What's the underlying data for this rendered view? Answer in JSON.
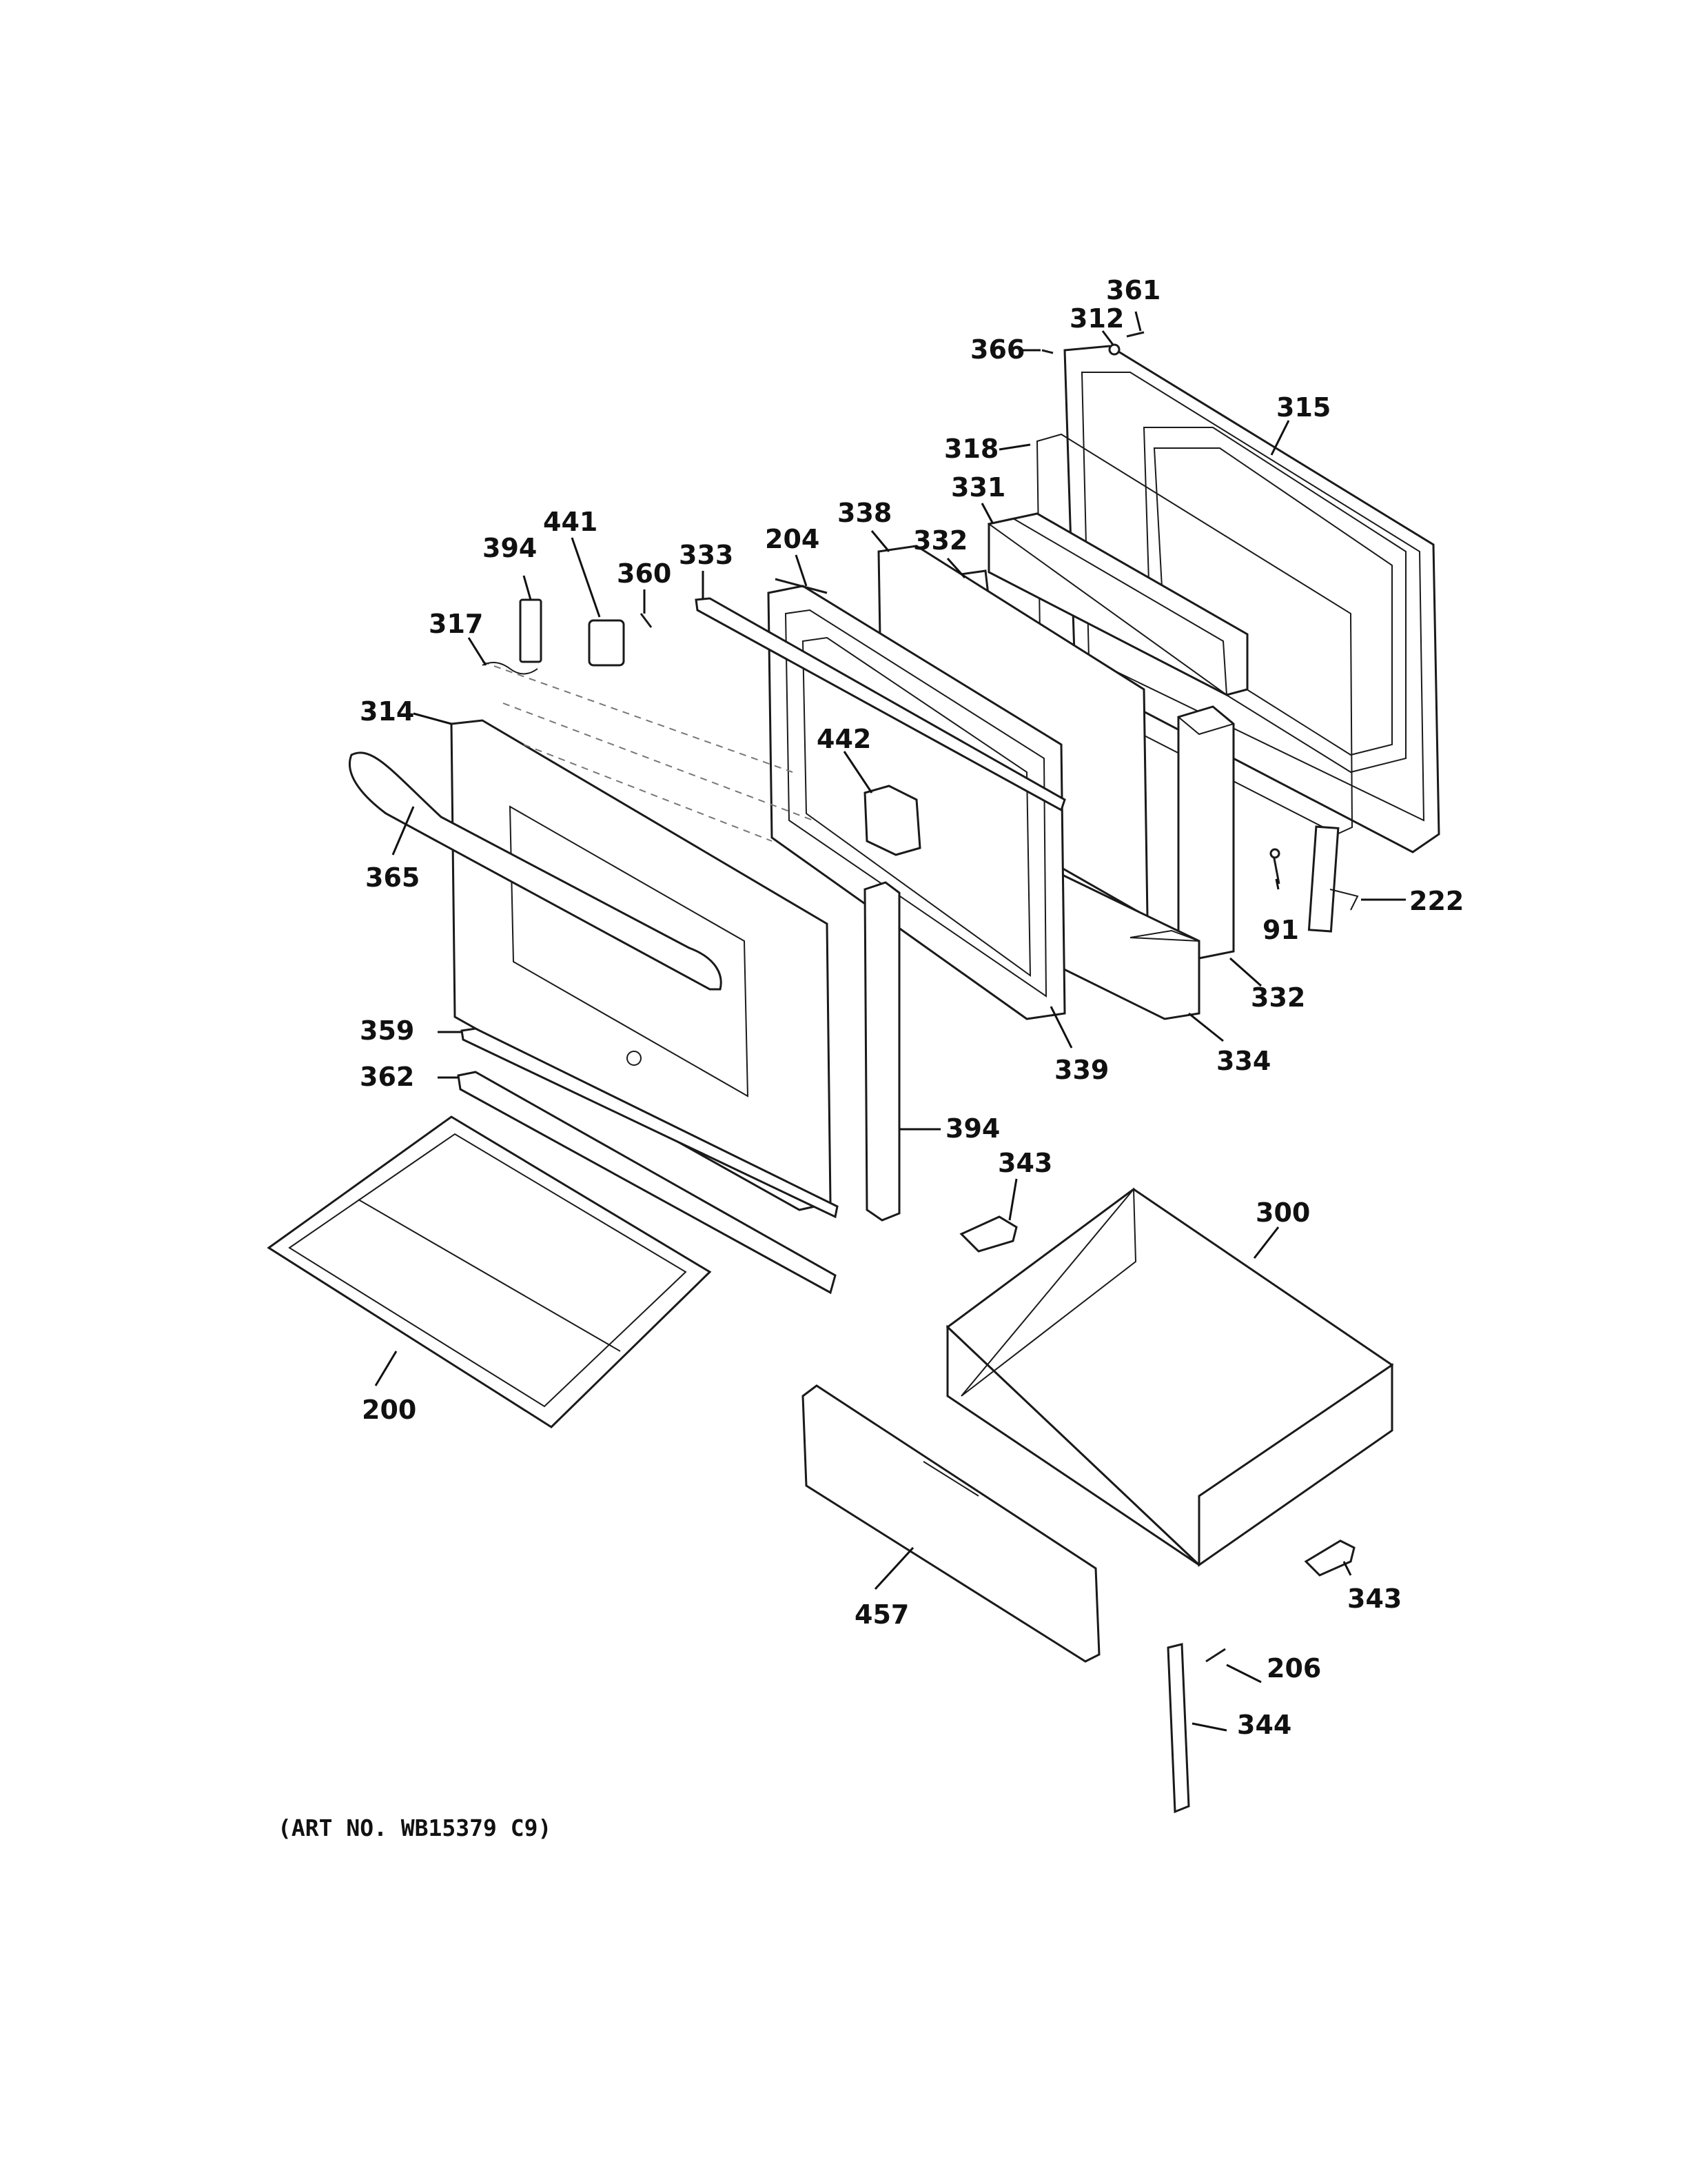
{
  "callouts": {
    "c361": "361",
    "c312": "312",
    "c366": "366",
    "c315": "315",
    "c318": "318",
    "c331": "331",
    "c338": "338",
    "c332_top": "332",
    "c204": "204",
    "c333": "333",
    "c441": "441",
    "c394_top": "394",
    "c360": "360",
    "c317": "317",
    "c314": "314",
    "c442": "442",
    "c365": "365",
    "c91": "91",
    "c222": "222",
    "c332_mid": "332",
    "c339": "339",
    "c334": "334",
    "c359": "359",
    "c362": "362",
    "c394_mid": "394",
    "c343_top": "343",
    "c300": "300",
    "c200": "200",
    "c457": "457",
    "c343_bot": "343",
    "c206": "206",
    "c344": "344"
  },
  "art_number": "(ART NO. WB15379 C9)"
}
